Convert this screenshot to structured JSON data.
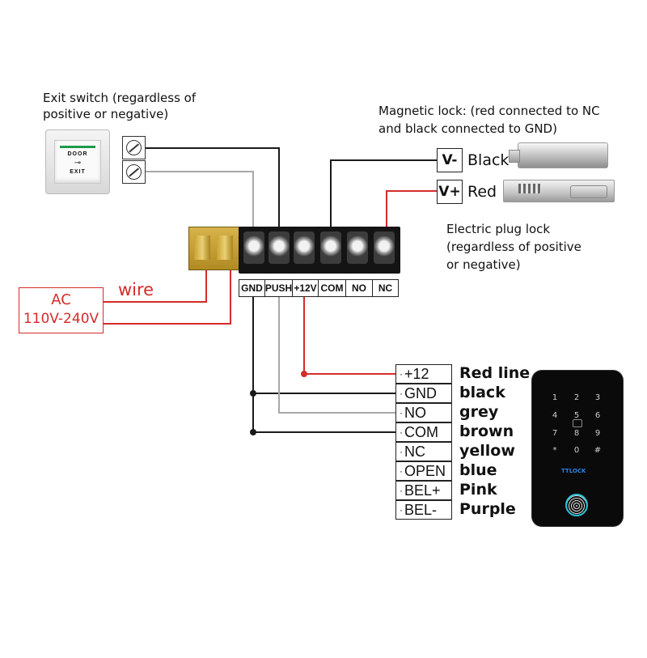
{
  "exit_switch": {
    "caption_line1": "Exit switch (regardless of",
    "caption_line2": "positive or negative)",
    "button_text_top": "DOOR",
    "button_text_bottom": "EXIT"
  },
  "magnetic_lock": {
    "caption_line1": "Magnetic lock: (red connected to NC",
    "caption_line2": "and black connected to GND)"
  },
  "lock_terminals": [
    {
      "label": "V-",
      "wire": "Black"
    },
    {
      "label": "V+",
      "wire": "Red"
    }
  ],
  "electric_plug_lock": {
    "caption_line1": "Electric plug lock",
    "caption_line2": "(regardless of positive",
    "caption_line3": "or negative)"
  },
  "power": {
    "line1": "AC",
    "line2": "110V-240V",
    "wire_label": "wire"
  },
  "terminal_block": [
    "GND",
    "PUSH",
    "+12V",
    "COM",
    "NO",
    "NC"
  ],
  "keypad_wires": [
    {
      "pin": "+12",
      "color": "Red line"
    },
    {
      "pin": "GND",
      "color": "black"
    },
    {
      "pin": "NO",
      "color": "grey"
    },
    {
      "pin": "COM",
      "color": "brown"
    },
    {
      "pin": "NC",
      "color": "yellow"
    },
    {
      "pin": "OPEN",
      "color": "blue"
    },
    {
      "pin": "BEL+",
      "color": "Pink"
    },
    {
      "pin": "BEL-",
      "color": "Purple"
    }
  ],
  "keypad": {
    "keys": [
      "1",
      "2",
      "3",
      "4",
      "5",
      "6",
      "7",
      "8",
      "9",
      "*",
      "0",
      "#"
    ],
    "brand": "TTLOCK"
  },
  "colors": {
    "red_wire": "#d62b2b",
    "black_wire": "#1a1a1a",
    "grey_wire": "#a8a8a8",
    "fingerprint_ring": "#27c2d8"
  }
}
